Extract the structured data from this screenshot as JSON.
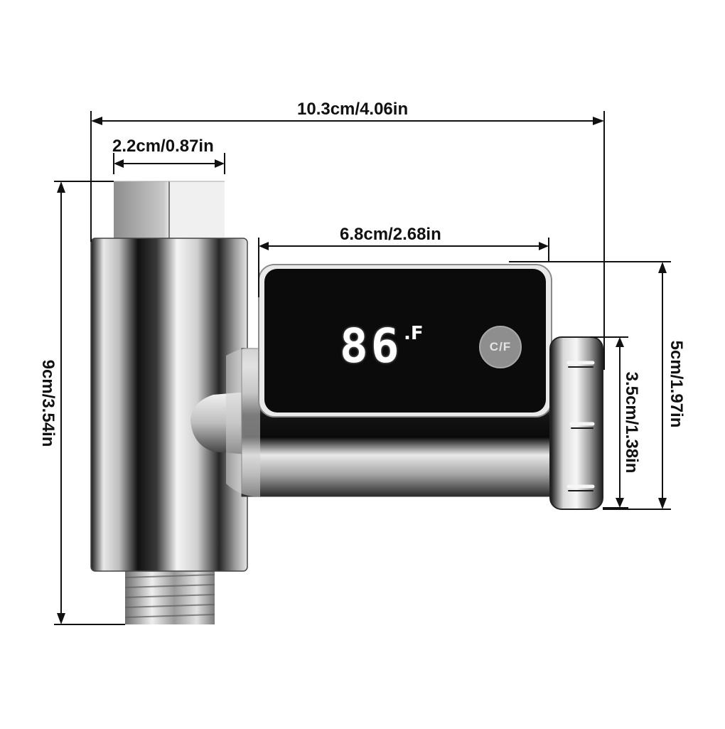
{
  "dimensions": {
    "overall_width": "10.3cm/4.06in",
    "nut_width": "2.2cm/0.87in",
    "display_width": "6.8cm/2.68in",
    "overall_height": "9cm/3.54in",
    "outlet_height": "5cm/1.97in",
    "cap_height": "3.5cm/1.38in"
  },
  "display": {
    "reading": "86",
    "unit": ".F",
    "button_label": "C/F"
  },
  "colors": {
    "lcd_background": "#0b0b0b",
    "button": "#8e8e8e",
    "chrome_dark": "#101010",
    "chrome_light": "#f2f2f2"
  }
}
